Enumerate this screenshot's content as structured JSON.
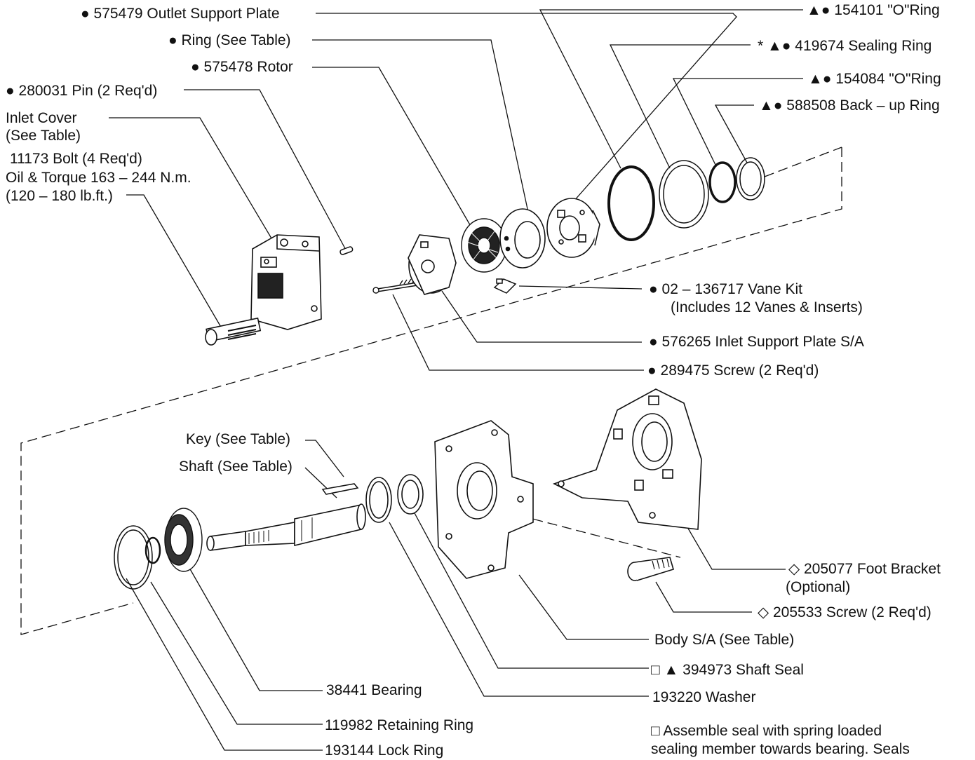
{
  "labels": {
    "outlet_support_plate": "● 575479 Outlet Support  Plate",
    "ring_see_table": "● Ring (See Table)",
    "rotor": "● 575478 Rotor",
    "pin": "● 280031 Pin (2 Req'd)",
    "inlet_cover_1": "Inlet Cover",
    "inlet_cover_2": "(See Table)",
    "bolt_1": "11173 Bolt (4 Req'd)",
    "bolt_2": "Oil & Torque 163 – 244 N.m.",
    "bolt_3": "(120 – 180 lb.ft.)",
    "o_ring_154101": "▲● 154101 \"O\"Ring",
    "sealing_ring": "* ▲● 419674 Sealing Ring",
    "o_ring_154084": "▲● 154084 \"O\"Ring",
    "backup_ring": "▲● 588508 Back – up Ring",
    "vane_kit_1": "●  02 – 136717 Vane Kit",
    "vane_kit_2": "(Includes 12 Vanes & Inserts)",
    "inlet_support_plate": "● 576265 Inlet Support Plate S/A",
    "screw_289475": "● 289475 Screw (2 Req'd)",
    "key": "Key (See Table)",
    "shaft": "Shaft (See Table)",
    "foot_bracket_1": "◇ 205077 Foot Bracket",
    "foot_bracket_2": "(Optional)",
    "screw_205533": "◇ 205533 Screw (2 Req'd)",
    "body": "Body S/A  (See Table)",
    "shaft_seal": "□ ▲ 394973 Shaft Seal",
    "bearing": "38441 Bearing",
    "washer": "193220  Washer",
    "retaining_ring": "119982 Retaining Ring",
    "lock_ring": "193144 Lock Ring",
    "note_1": "□ Assemble seal with spring loaded",
    "note_2": "sealing member towards bearing. Seals"
  }
}
